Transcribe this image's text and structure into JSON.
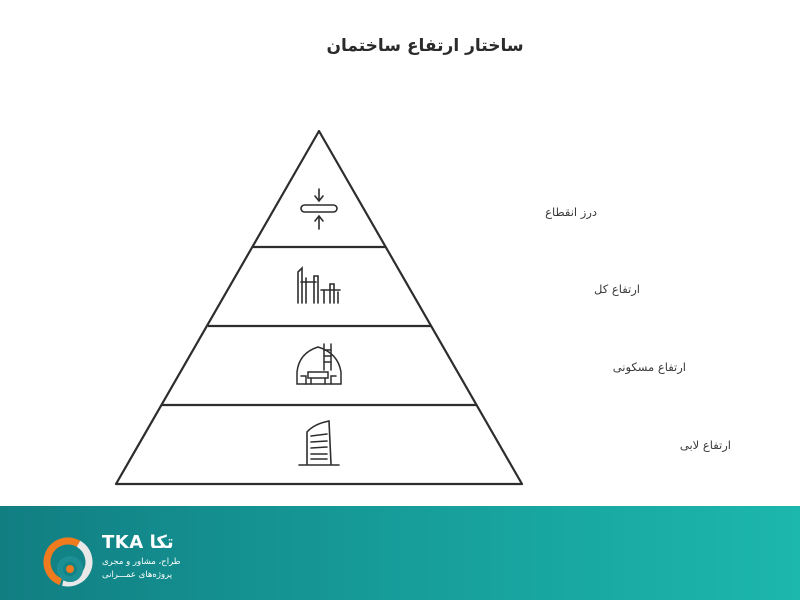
{
  "title": "ساختار ارتفاع ساختمان",
  "levels": [
    {
      "label": "درز انقطاع",
      "icon": "compression-joint-icon"
    },
    {
      "label": "ارتفاع کل",
      "icon": "building-columns-icon"
    },
    {
      "label": "ارتفاع مسکونی",
      "icon": "residential-interior-icon"
    },
    {
      "label": "ارتفاع لابی",
      "icon": "lobby-tower-icon"
    }
  ],
  "footer": {
    "brand_en": "TKA",
    "brand_fa": "تکا",
    "tagline_1": "طراح، مشاور و مجری",
    "tagline_2": "پروژه‌های عمـــرانی",
    "colors": {
      "start": "#117e82",
      "end": "#1cb7ad",
      "logo_orange": "#f07a1e",
      "logo_teal": "#1c8f95"
    }
  }
}
